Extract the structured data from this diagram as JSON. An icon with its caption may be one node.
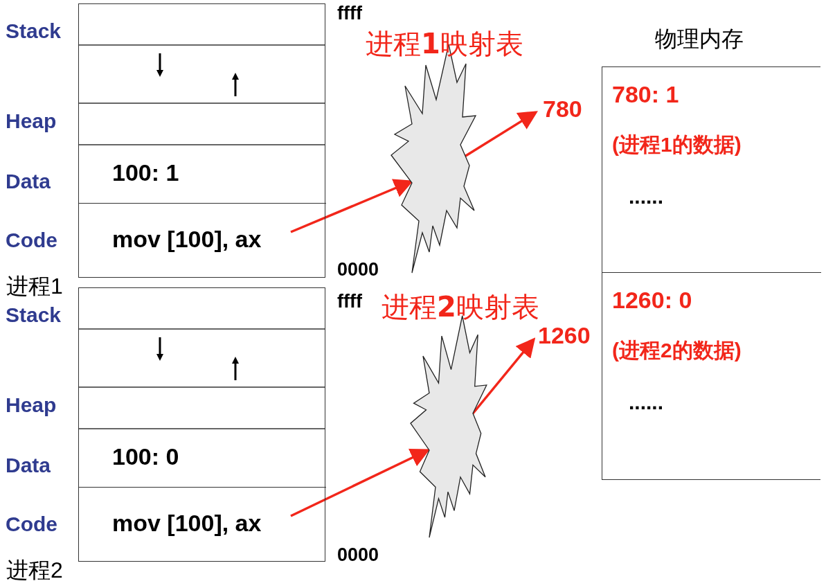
{
  "diagram": {
    "nodes": [
      {
        "text": [
          "进程1"
        ]
      },
      {
        "text": [
          "100: 1"
        ],
        "in": 0
      },
      {
        "text": [
          "mov [100], ax"
        ],
        "in": 0
      },
      {
        "text": [
          "进程**1**映射表"
        ]
      },
      {
        "text": [
          "780"
        ]
      },
      {
        "text": [
          "进程2"
        ]
      },
      {
        "text": [
          "100: 0"
        ],
        "in": 5
      },
      {
        "text": [
          "mov [100], ax"
        ],
        "in": 5
      },
      {
        "text": [
          "进程**2**映射表"
        ]
      },
      {
        "text": [
          "1260"
        ]
      },
      {
        "text": [
          "物理内存"
        ]
      },
      {
        "text": [
          "780: 1",
          "(进程1的数据)",
          "......"
        ],
        "in": 10
      },
      {
        "text": [
          "1260: 0",
          "(进程2的数据)",
          "......"
        ],
        "in": 10
      }
    ],
    "edges": [
      {
        "from": 2,
        "to": 3,
        "arrow": "to"
      },
      {
        "from": 3,
        "to": 4,
        "arrow": "to"
      },
      {
        "from": 7,
        "to": 8,
        "arrow": "to"
      },
      {
        "from": 8,
        "to": 9,
        "arrow": "to"
      }
    ],
    "labels": [
      "Stack",
      "ffff",
      "Heap",
      "Data",
      "Code",
      "0000",
      "Stack",
      "ffff",
      "Heap",
      "Data",
      "Code",
      "0000"
    ]
  }
}
